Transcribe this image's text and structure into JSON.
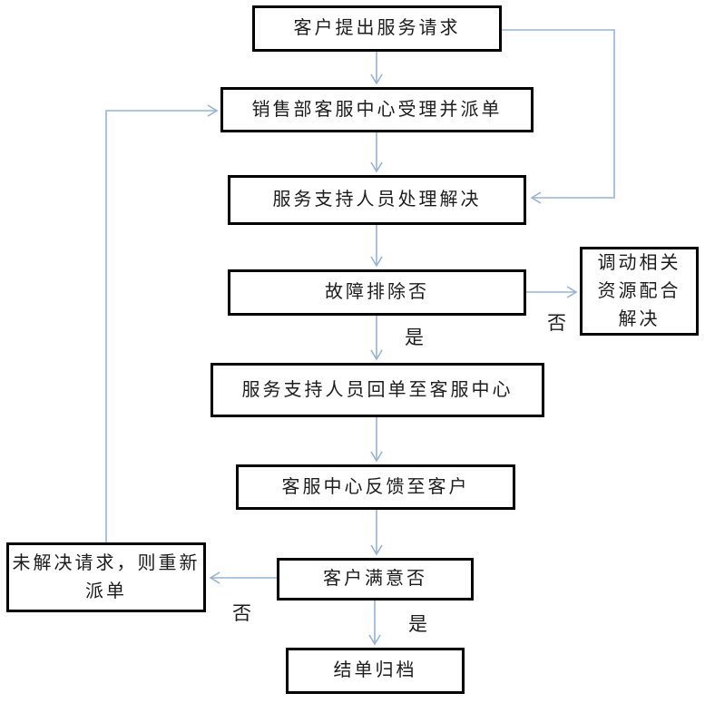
{
  "flowchart": {
    "nodes": {
      "request": "客户提出服务请求",
      "dispatch": "销售部客服中心受理并派单",
      "handle": "服务支持人员处理解决",
      "fault_check": "故障排除否",
      "resources": "调动相关资源配合解决",
      "return_order": "服务支持人员回单至客服中心",
      "feedback": "客服中心反馈至客户",
      "redispatch": "未解决请求，则重新派单",
      "satisfied": "客户满意否",
      "archive": "结单归档"
    },
    "edge_labels": {
      "fault_yes": "是",
      "fault_no": "否",
      "satisfied_yes": "是",
      "satisfied_no": "否"
    },
    "colors": {
      "connector": "#95b3d7",
      "box_border": "#000000",
      "background": "#ffffff",
      "text": "#1c1c1c"
    }
  }
}
